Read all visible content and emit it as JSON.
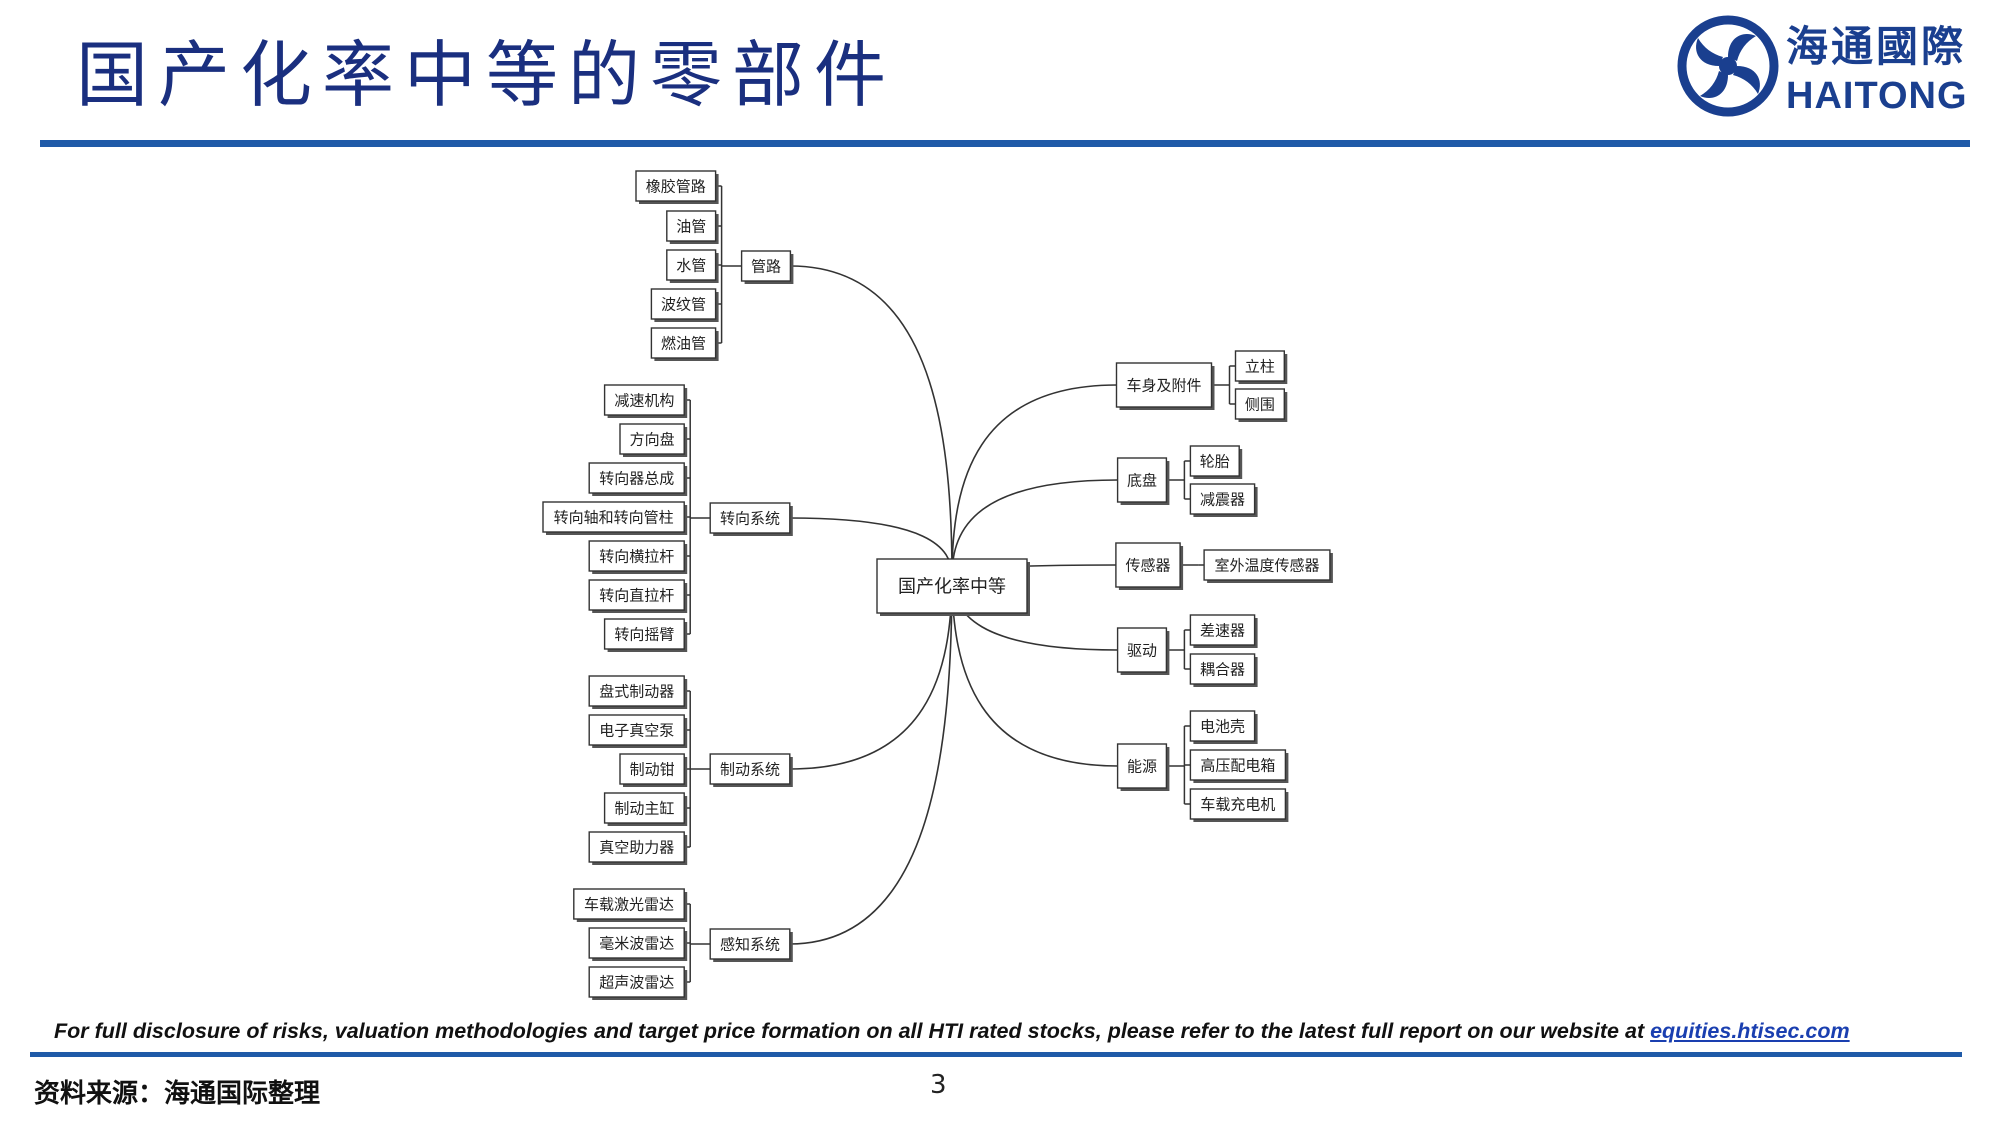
{
  "title": "国产化率中等的零部件",
  "logo": {
    "cn": "海通國際",
    "en": "HAITONG",
    "brand_color": "#1a3f8f"
  },
  "accent_color": "#1f5aa8",
  "center_node": "国产化率中等",
  "left_groups": [
    {
      "label": "管路",
      "children": [
        "橡胶管路",
        "油管",
        "水管",
        "波纹管",
        "燃油管"
      ]
    },
    {
      "label": "转向系统",
      "children": [
        "减速机构",
        "方向盘",
        "转向器总成",
        "转向轴和转向管柱",
        "转向横拉杆",
        "转向直拉杆",
        "转向摇臂"
      ]
    },
    {
      "label": "制动系统",
      "children": [
        "盘式制动器",
        "电子真空泵",
        "制动钳",
        "制动主缸",
        "真空助力器"
      ]
    },
    {
      "label": "感知系统",
      "children": [
        "车载激光雷达",
        "毫米波雷达",
        "超声波雷达"
      ]
    }
  ],
  "right_groups": [
    {
      "label": "车身及附件",
      "children": [
        "立柱",
        "侧围"
      ]
    },
    {
      "label": "底盘",
      "children": [
        "轮胎",
        "减震器"
      ]
    },
    {
      "label": "传感器",
      "children": [
        "室外温度传感器"
      ]
    },
    {
      "label": "驱动",
      "children": [
        "差速器",
        "耦合器"
      ]
    },
    {
      "label": "能源",
      "children": [
        "电池壳",
        "高压配电箱",
        "车载充电机"
      ]
    }
  ],
  "footer": {
    "disclaimer": "For full disclosure of risks, valuation methodologies and target price formation on all HTI rated stocks, please refer to the latest full report on our website at ",
    "link": "equities.htisec.com",
    "page_number": "3",
    "source": "资料来源：海通国际整理"
  }
}
